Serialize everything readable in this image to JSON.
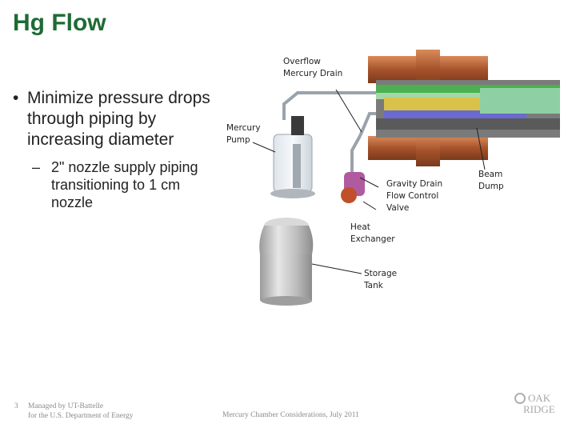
{
  "slide": {
    "title": "Hg Flow",
    "bullet_1": "Minimize pressure drops through piping by increasing diameter",
    "bullet_2": "2\" nozzle supply piping transitioning to 1 cm nozzle"
  },
  "labels": {
    "overflow_drain": "Overflow\nMercury Drain",
    "mercury_pump": "Mercury\nPump",
    "gravity_drain": "Gravity Drain\nFlow Control\nValve",
    "heat_exchanger": "Heat\nExchanger",
    "storage_tank": "Storage\nTank",
    "beam_dump": "Beam\nDump"
  },
  "footer": {
    "page_number": "3",
    "managed_by": "Managed by UT-Battelle\nfor the U.S. Department of Energy",
    "presentation": "Mercury Chamber Considerations, July 2011"
  },
  "logo": {
    "line1": "OAK",
    "line2": "RIDGE"
  },
  "colors": {
    "title": "#1d6b34",
    "copper": "#b8653a",
    "tank": "#c9c9c9"
  }
}
